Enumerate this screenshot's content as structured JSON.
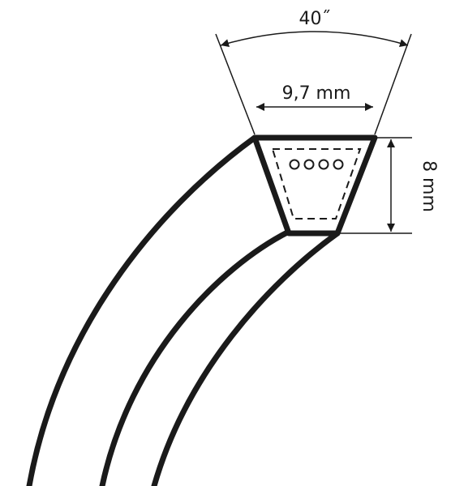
{
  "diagram": {
    "angle_label": "40˝",
    "top_width_label": "9,7 mm",
    "height_label": "8 mm",
    "colors": {
      "line": "#1a1a1a",
      "background": "#ffffff"
    }
  },
  "icons": {
    "cords": "tension-cord-circle",
    "arrows": "dimension-arrowhead"
  }
}
